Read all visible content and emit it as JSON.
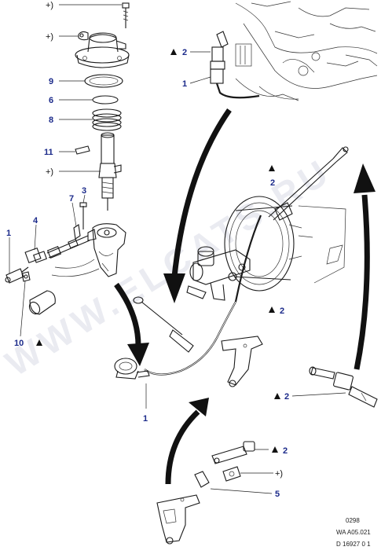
{
  "watermark": "WWW.ELCATS.RU",
  "callouts": {
    "plus_1": "+)",
    "plus_2": "+)",
    "plus_3": "+)",
    "plus_4": "+)",
    "n9": "9",
    "n6": "6",
    "n8": "8",
    "n11": "11",
    "n7": "7",
    "n3": "3",
    "n4": "4",
    "n1_left": "1",
    "n10": "10",
    "n2_top": "2",
    "n1_top": "1",
    "n2_reservoir": "2",
    "n2_cylinder": "2",
    "n1_bottom": "1",
    "n2_right": "2",
    "n2_bottom": "2",
    "n5": "5"
  },
  "reference": {
    "line1": "0298",
    "line2": "WA A05.021",
    "line3": "D 16927 0 1"
  }
}
